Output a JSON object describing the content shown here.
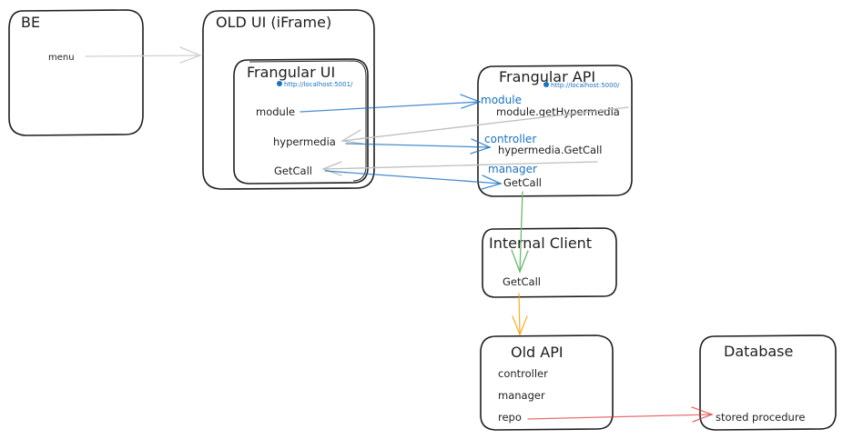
{
  "colors": {
    "stroke": "#1e1e1e",
    "blue": "#1971c2",
    "gray": "#bfbfbf",
    "lightgray": "#d0d0d0",
    "green": "#69b96e",
    "orange": "#f59f00",
    "red": "#e03131"
  },
  "nodes": {
    "be": {
      "title": "BE",
      "items": [
        "menu"
      ]
    },
    "old_ui": {
      "title": "OLD UI (iFrame)"
    },
    "frangular_ui": {
      "title": "Frangular UI",
      "link": "http://localhost:5001/",
      "items": [
        "module",
        "hypermedia",
        "GetCall"
      ]
    },
    "frangular_api": {
      "title": "Frangular API",
      "link": "http://localhost:5000/",
      "labels": [
        "module",
        "controller",
        "manager"
      ],
      "items": [
        "module.getHypermedia",
        "hypermedia.GetCall",
        "GetCall"
      ]
    },
    "internal_client": {
      "title": "Internal Client",
      "items": [
        "GetCall"
      ]
    },
    "old_api": {
      "title": "Old API",
      "items": [
        "controller",
        "manager",
        "repo"
      ]
    },
    "database": {
      "title": "Database",
      "items": [
        "stored procedure"
      ]
    }
  },
  "edges": [
    {
      "from": "menu",
      "to": "OLD UI (iFrame)",
      "color": "lightgray"
    },
    {
      "from": "module",
      "to": "module",
      "color": "blue"
    },
    {
      "from": "module.getHypermedia",
      "to": "hypermedia",
      "color": "gray"
    },
    {
      "from": "hypermedia",
      "to": "controller",
      "color": "blue"
    },
    {
      "from": "hypermedia.GetCall",
      "to": "GetCall",
      "color": "gray"
    },
    {
      "from": "GetCall",
      "to": "manager",
      "color": "blue"
    },
    {
      "from": "GetCall (Frangular API)",
      "to": "Internal Client",
      "color": "green"
    },
    {
      "from": "GetCall (Internal Client)",
      "to": "Old API",
      "color": "orange"
    },
    {
      "from": "repo",
      "to": "stored procedure",
      "color": "red"
    }
  ]
}
